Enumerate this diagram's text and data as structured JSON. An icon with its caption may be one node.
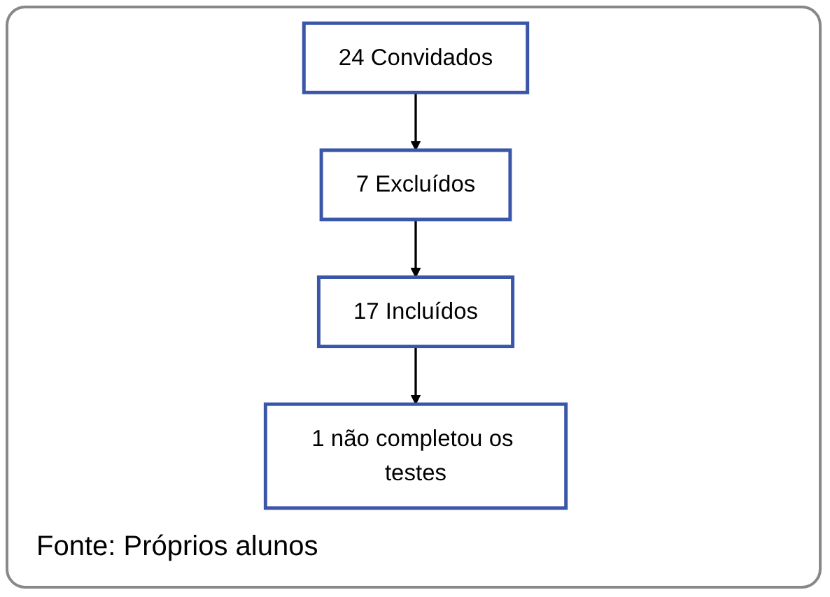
{
  "diagram": {
    "nodes": [
      {
        "text": [
          "24 Convidados"
        ]
      },
      {
        "text": [
          "7 Excluídos"
        ]
      },
      {
        "text": [
          "17 Incluídos"
        ]
      },
      {
        "text": [
          "1 não completou os testes"
        ]
      }
    ],
    "edges": [
      {
        "from": 0,
        "to": 1,
        "arrow": "to"
      },
      {
        "from": 1,
        "to": 2,
        "arrow": "to"
      },
      {
        "from": 2,
        "to": 3,
        "arrow": "to"
      }
    ],
    "labels": [
      "Fonte: Próprios alunos"
    ]
  }
}
